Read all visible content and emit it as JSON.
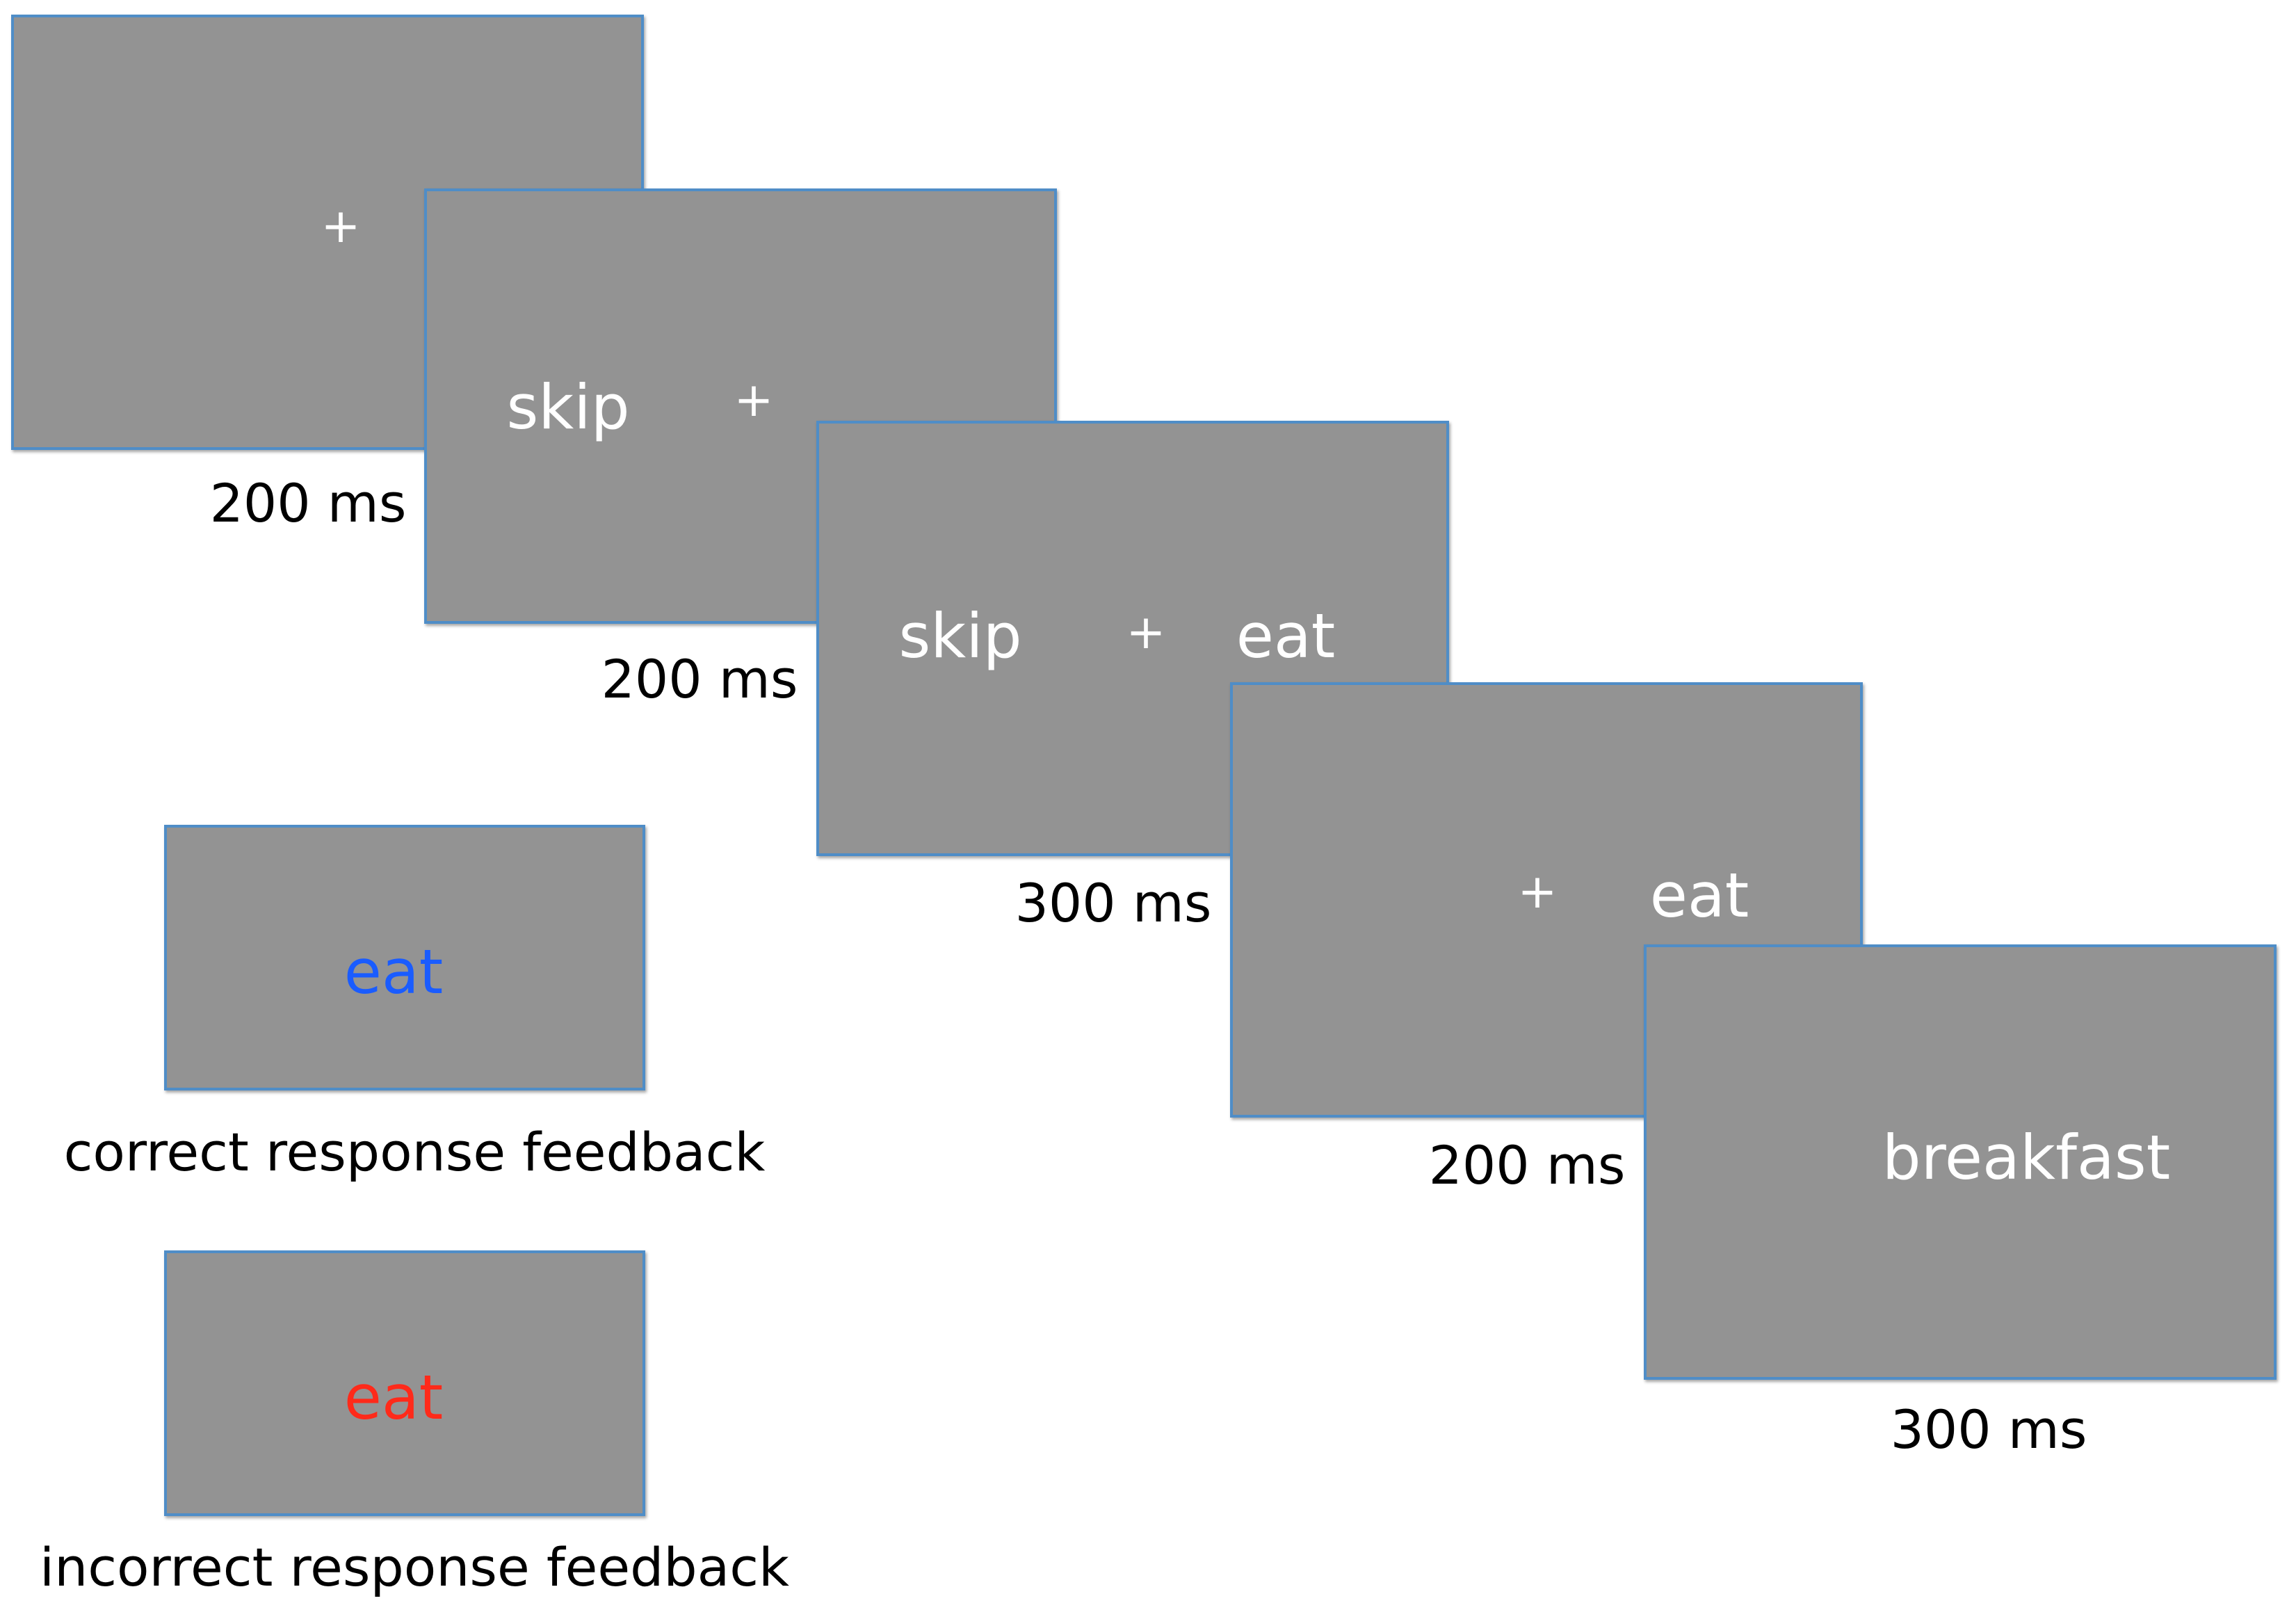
{
  "frames": [
    {
      "left": "",
      "center": "+",
      "right": "",
      "duration": "200 ms"
    },
    {
      "left": "skip",
      "center": "+",
      "right": "",
      "duration": "200 ms"
    },
    {
      "left": "skip",
      "center": "+",
      "right": "eat",
      "duration": "300 ms"
    },
    {
      "left": "",
      "center": "+",
      "right": "eat",
      "duration": "200 ms"
    },
    {
      "left": "",
      "center": "breakfast",
      "right": "",
      "duration": "300 ms"
    }
  ],
  "feedback": {
    "correct": {
      "word": "eat",
      "color": "#1a5cff",
      "caption": "correct response feedback"
    },
    "incorrect": {
      "word": "eat",
      "color": "#ff2a1a",
      "caption": "incorrect response feedback"
    }
  },
  "colors": {
    "screen_fill": "#939393",
    "screen_border": "#4f8dc7",
    "stimulus_text": "#ffffff"
  }
}
